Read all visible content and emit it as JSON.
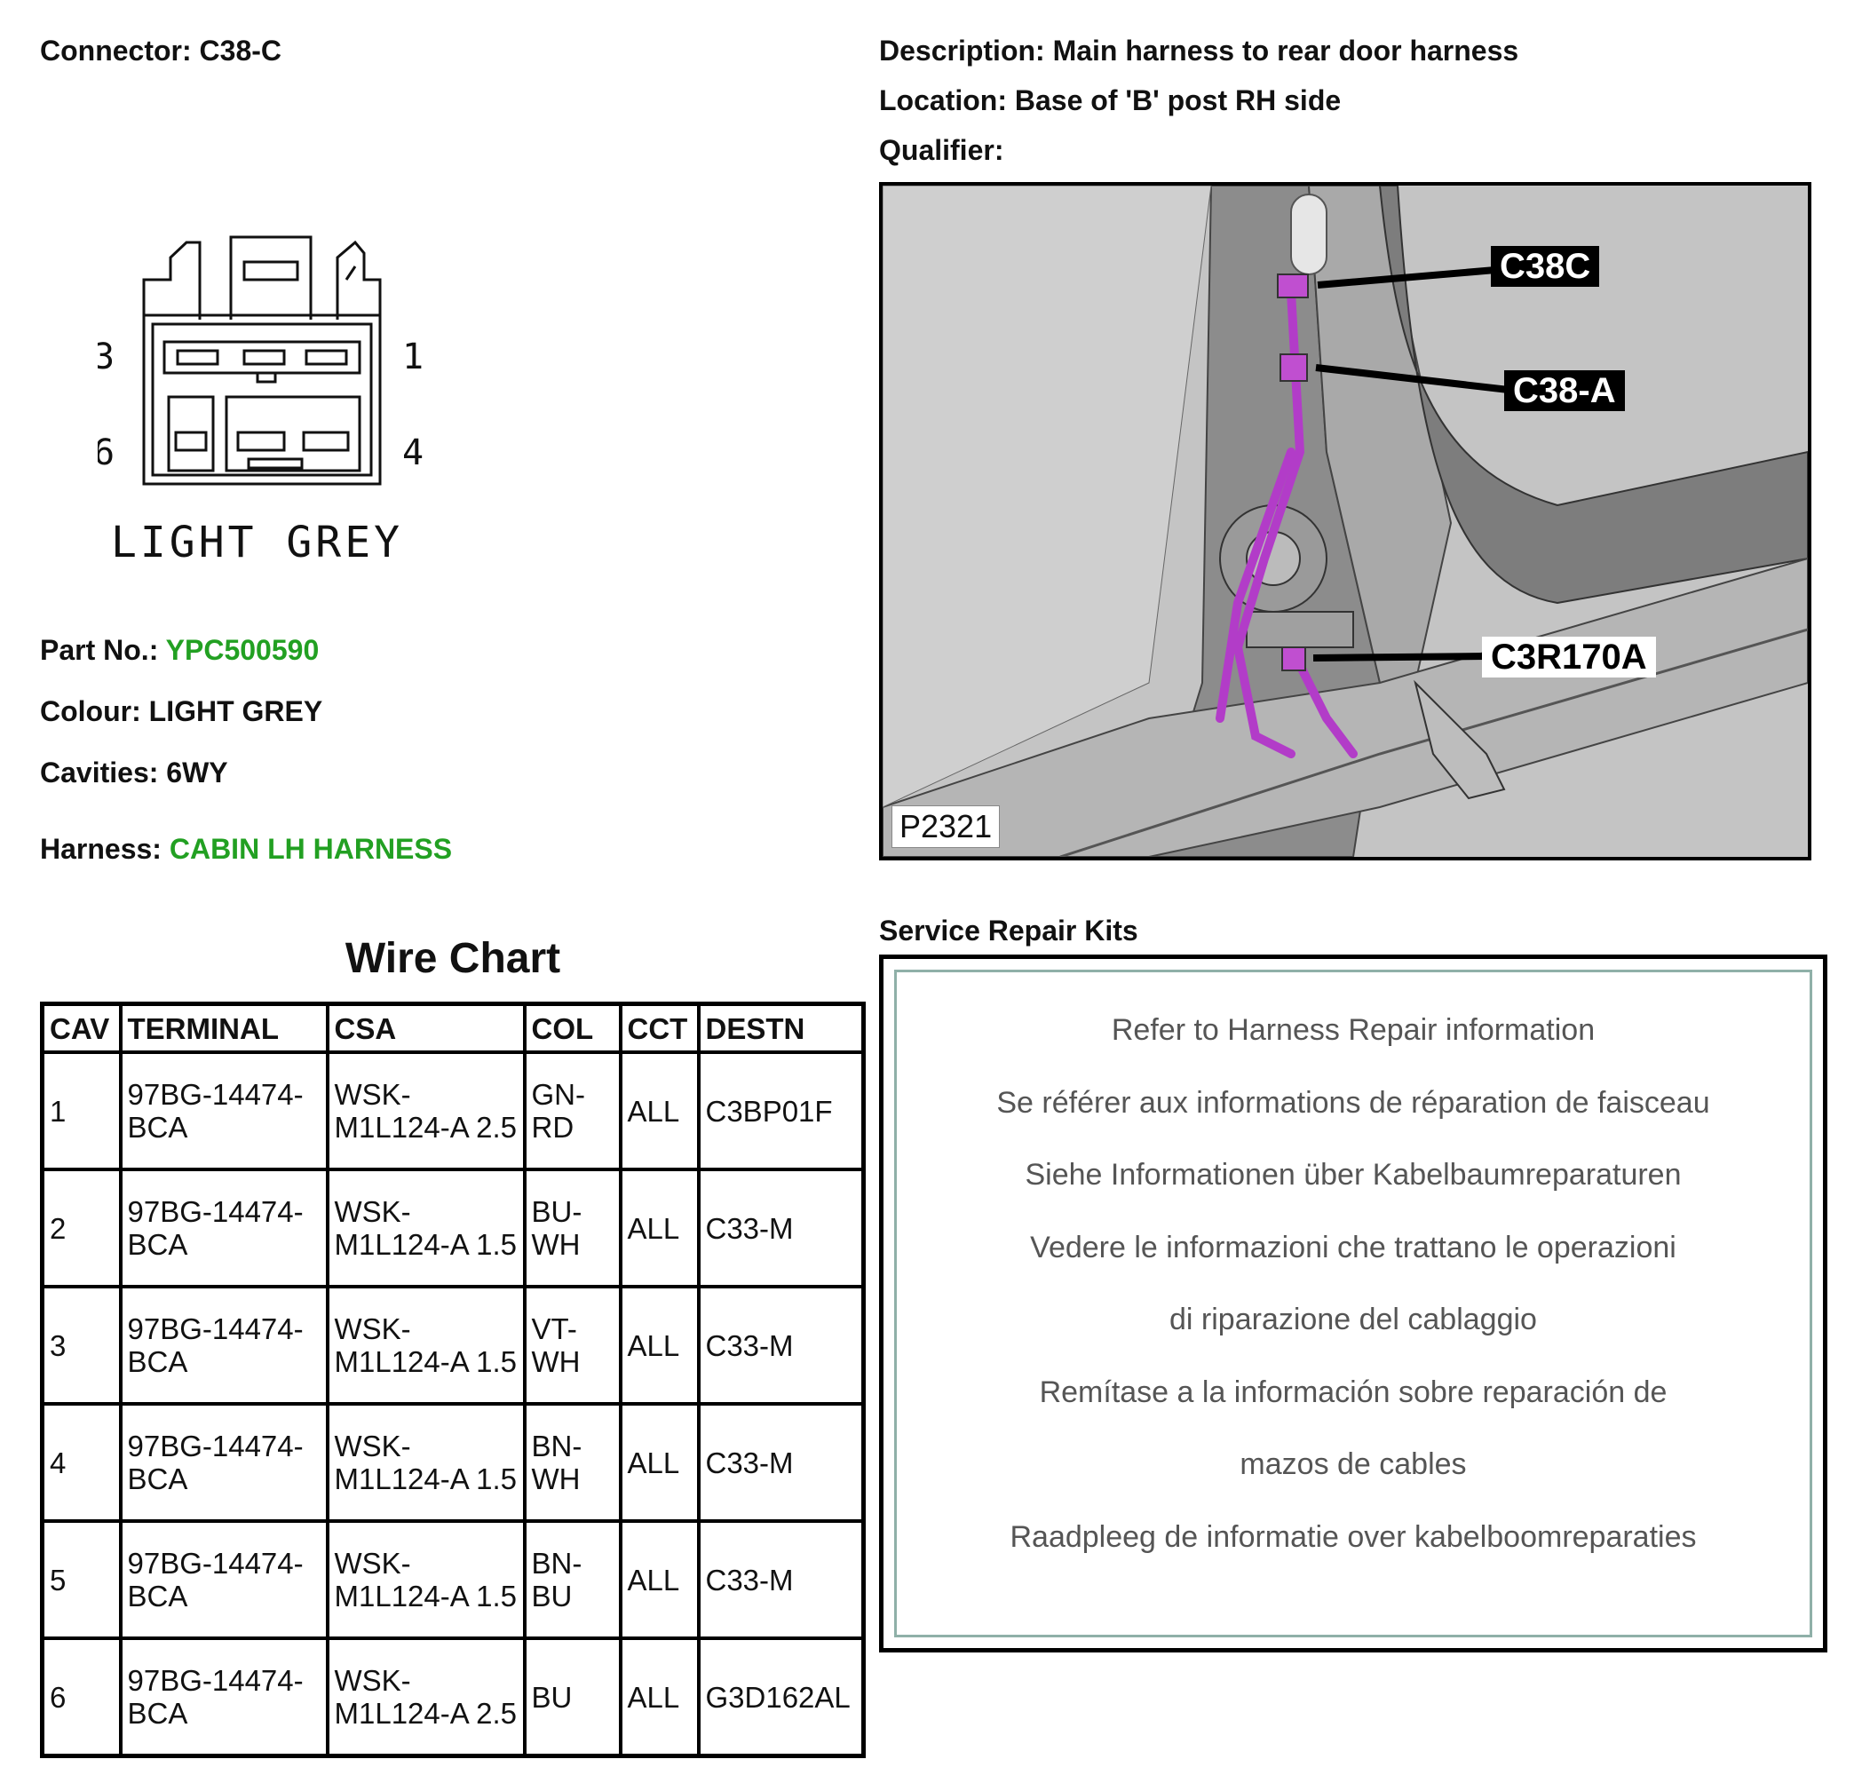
{
  "connector": {
    "label": "Connector:",
    "value": "C38-C"
  },
  "connector_drawing": {
    "pins": [
      "3",
      "1",
      "6",
      "4"
    ],
    "colour_label": "LIGHT GREY"
  },
  "description": {
    "label": "Description:",
    "value": "Main harness to rear door harness"
  },
  "location": {
    "label": "Location:",
    "value": "Base of 'B' post RH side"
  },
  "qualifier": {
    "label": "Qualifier:",
    "value": ""
  },
  "figure": {
    "callouts": [
      "C38C",
      "C38-A",
      "C3R170A"
    ],
    "id": "P2321"
  },
  "part_no": {
    "label": "Part No.:",
    "value": "YPC500590"
  },
  "colour": {
    "label": "Colour:",
    "value": "LIGHT GREY"
  },
  "cavities": {
    "label": "Cavities:",
    "value": "6WY"
  },
  "harness": {
    "label": "Harness:",
    "value": "CABIN LH HARNESS"
  },
  "wire_chart": {
    "title": "Wire Chart",
    "headers": [
      "CAV",
      "TERMINAL",
      "CSA",
      "COL",
      "CCT",
      "DESTN"
    ],
    "rows": [
      [
        "1",
        "97BG-14474-BCA",
        "WSK-M1L124-A 2.5",
        "GN-RD",
        "ALL",
        "C3BP01F"
      ],
      [
        "2",
        "97BG-14474-BCA",
        "WSK-M1L124-A 1.5",
        "BU-WH",
        "ALL",
        "C33-M"
      ],
      [
        "3",
        "97BG-14474-BCA",
        "WSK-M1L124-A 1.5",
        "VT-WH",
        "ALL",
        "C33-M"
      ],
      [
        "4",
        "97BG-14474-BCA",
        "WSK-M1L124-A 1.5",
        "BN-WH",
        "ALL",
        "C33-M"
      ],
      [
        "5",
        "97BG-14474-BCA",
        "WSK-M1L124-A 1.5",
        "BN-BU",
        "ALL",
        "C33-M"
      ],
      [
        "6",
        "97BG-14474-BCA",
        "WSK-M1L124-A 2.5",
        "BU",
        "ALL",
        "G3D162AL"
      ]
    ]
  },
  "service_repair_kits": {
    "title": "Service Repair Kits",
    "lines": [
      "Refer to Harness Repair information",
      "Se référer aux informations de réparation de faisceau",
      "Siehe Informationen über Kabelbaumreparaturen",
      "Vedere le informazioni che trattano le operazioni",
      "di riparazione del cablaggio",
      "Remítase a la información sobre reparación de",
      "mazos de cables",
      "Raadpleeg de informatie over kabelboomreparaties"
    ]
  },
  "colors": {
    "green_value": "#22a022",
    "harness_wire": "#b23cc8"
  }
}
